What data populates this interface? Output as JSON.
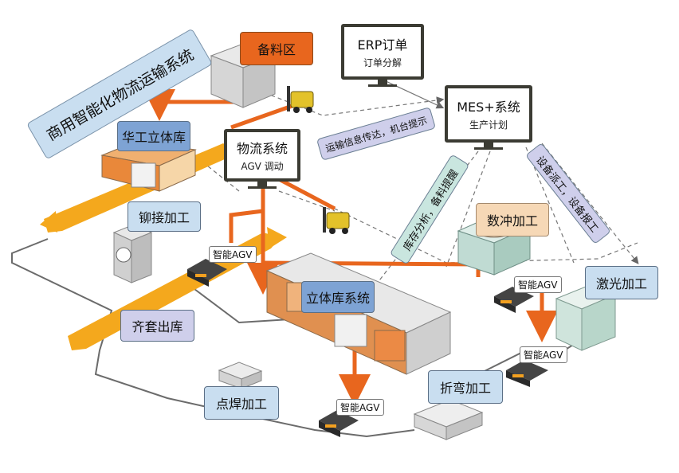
{
  "title": "商用智能化物流运输系统",
  "systems": {
    "erp": {
      "title": "ERP订单",
      "subtitle": "订单分解"
    },
    "mes": {
      "title": "MES+系统",
      "subtitle": "生产计划"
    },
    "logistics": {
      "title": "物流系统",
      "subtitle": "AGV 调动"
    }
  },
  "areas": {
    "material": "备料区",
    "huagong": "华工立体库",
    "riveting": "铆接加工",
    "kitting": "齐套出库",
    "spot_welding": "点焊加工",
    "warehouse_system": "立体库系统",
    "cnc_punch": "数冲加工",
    "laser": "激光加工",
    "bending": "折弯加工"
  },
  "flows": {
    "transport_info": "运输信息传达，机台提示",
    "inventory": "库存分析，备料提醒",
    "dispatch": "设备派工，设备报工"
  },
  "agv_label": "智能AGV",
  "colors": {
    "orange": "#e8661e",
    "belt": "#f4a81d",
    "blue": "#7ea3d4"
  }
}
